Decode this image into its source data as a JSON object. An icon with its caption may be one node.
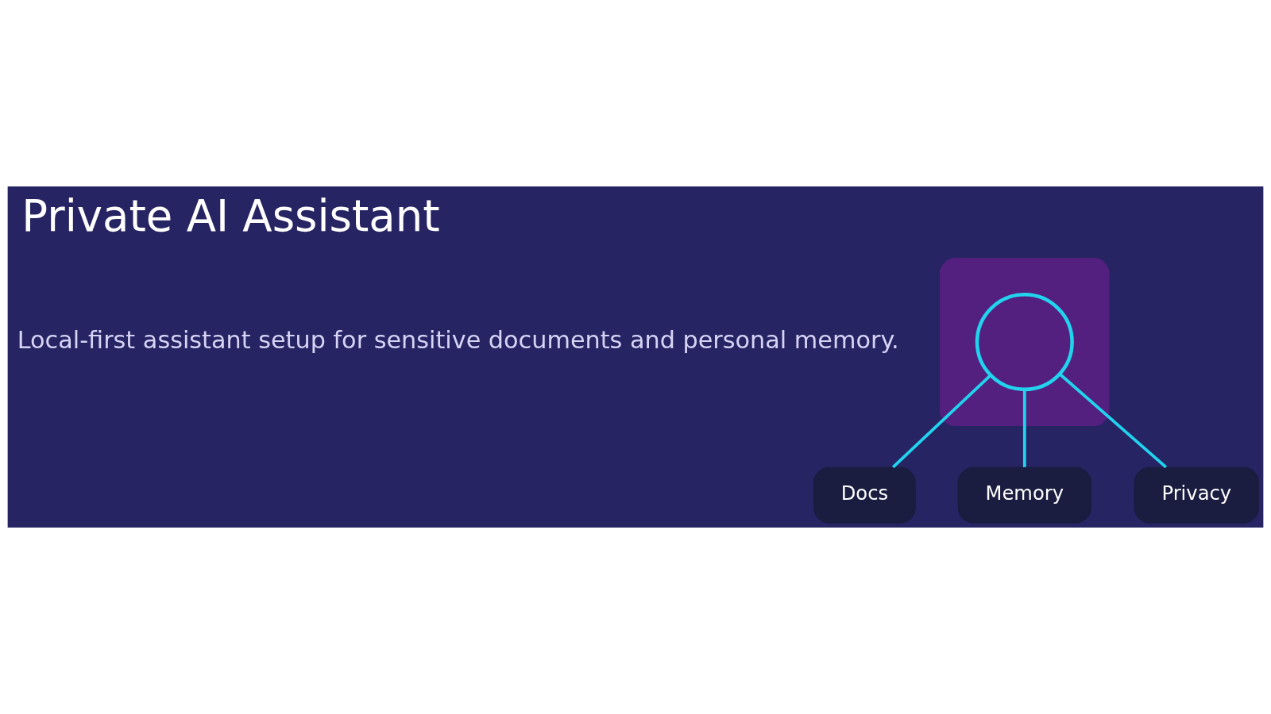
{
  "diagram": {
    "title": "Private AI Assistant",
    "nodes": [
      {
        "text": [],
        "shape": "box"
      },
      {
        "text": [],
        "shape": "circle",
        "in": 0
      },
      {
        "text": [
          "Docs"
        ]
      },
      {
        "text": [
          "Memory"
        ]
      },
      {
        "text": [
          "Privacy"
        ]
      }
    ],
    "edges": [
      {
        "from": 1,
        "to": 2,
        "arrow": "none"
      },
      {
        "from": 1,
        "to": 3,
        "arrow": "none"
      },
      {
        "from": 1,
        "to": 4,
        "arrow": "none"
      }
    ],
    "labels": [
      "Local-first assistant setup for sensitive documents and personal memory."
    ]
  }
}
